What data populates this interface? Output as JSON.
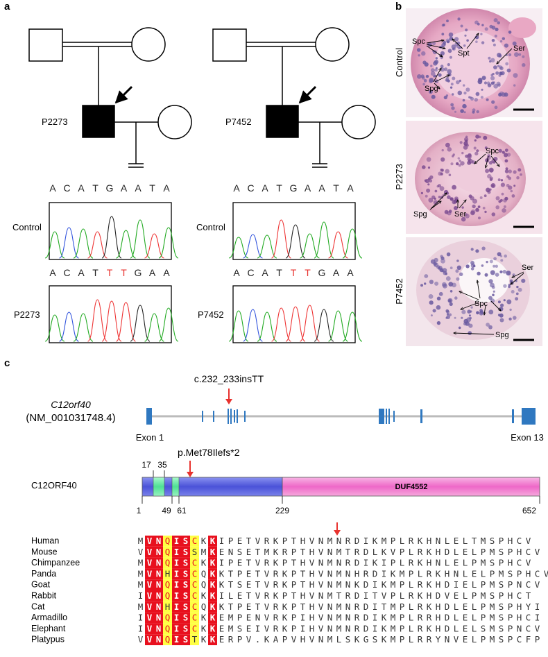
{
  "panels": {
    "a": "a",
    "b": "b",
    "c": "c"
  },
  "pedigrees": [
    {
      "proband": "P2273"
    },
    {
      "proband": "P7452"
    }
  ],
  "sequences": {
    "control": [
      "A",
      "C",
      "A",
      "T",
      "G",
      "A",
      "A",
      "T",
      "A"
    ],
    "mutant": [
      "A",
      "C",
      "A",
      "T",
      "T",
      "T",
      "G",
      "A",
      "A"
    ],
    "mutant_highlight": [
      4,
      5
    ],
    "highlight_color": "#e8322e"
  },
  "chrom_labels": {
    "control": "Control",
    "p2273": "P2273",
    "p7452": "P7452"
  },
  "histology": {
    "row_labels": [
      "Control",
      "P2273",
      "P7452"
    ],
    "control_labels": [
      "Spc",
      "Spt",
      "Ser",
      "Spg"
    ],
    "p2273_labels": [
      "Spc",
      "Spg",
      "Ser"
    ],
    "p7452_labels": [
      "Ser",
      "Spc",
      "Spg"
    ]
  },
  "gene": {
    "name": "C12orf40",
    "accession": "(NM_001031748.4)",
    "mutation": "c.232_233insTT",
    "exon_start": "Exon 1",
    "exon_end": "Exon 13",
    "exon_color": "#2f78c0"
  },
  "protein": {
    "name": "C12ORF40",
    "mutation": "p.Met78Ilefs*2",
    "domain": "DUF4552",
    "ticks_top": [
      "17",
      "35"
    ],
    "ticks_bottom": [
      "1",
      "49",
      "61",
      "229",
      "652"
    ],
    "colors": {
      "blue": "#5a64e0",
      "green": "#5ee8a0",
      "pink": "#f07ad0"
    }
  },
  "alignment": {
    "species": [
      "Human",
      "Mouse",
      "Chimpanzee",
      "Panda",
      "Goat",
      "Rabbit",
      "Cat",
      "Armadillo",
      "Elephant",
      "Platypus"
    ],
    "sequences": [
      "MVNQISCKKIPETVRKPTHVNMNRDIKMPLRKHNLELTMSPHCV",
      "VVNQISSMKENSETMKRPTHVNMTRDLKVPLRKHDLELPMSPHCV",
      "MVNQISCKKIPETVRKPTHVNMNRDIKIPLRKHNLELPMSPHCV",
      "MVNHISCQKKTPETVRKPTHVNMNHRDIKMPLRKHNLELPMSPHCV",
      "MVNQISCQKKTSETVRKPTHVNMNKDIKMPLRKHDIELPMSPNCV",
      "IVNQISCKKILETVRKPTHVNMTRDITVPLRKHDVELPMSPHCT",
      "MVNHISCQKKTPETVRKPTHVNMNRDITMPLRKHDLELPMSPHYI",
      "IVNQISCKKEMPENVRKPIHVNMNRDIKMPLRRHDLELPMSPHCI",
      "IVNQISCKKEMSEIVRKPIHVNMNRDIKMPLRKHDLELSMSPNCV",
      "VVNQISTKKERPV.KAPVHVNMLSKGSKMPLRRYNVELPMSPCFP"
    ],
    "colors": {
      "red": "#e8101e",
      "yellow": "#ffff44",
      "red_text": "#e8101e"
    }
  }
}
